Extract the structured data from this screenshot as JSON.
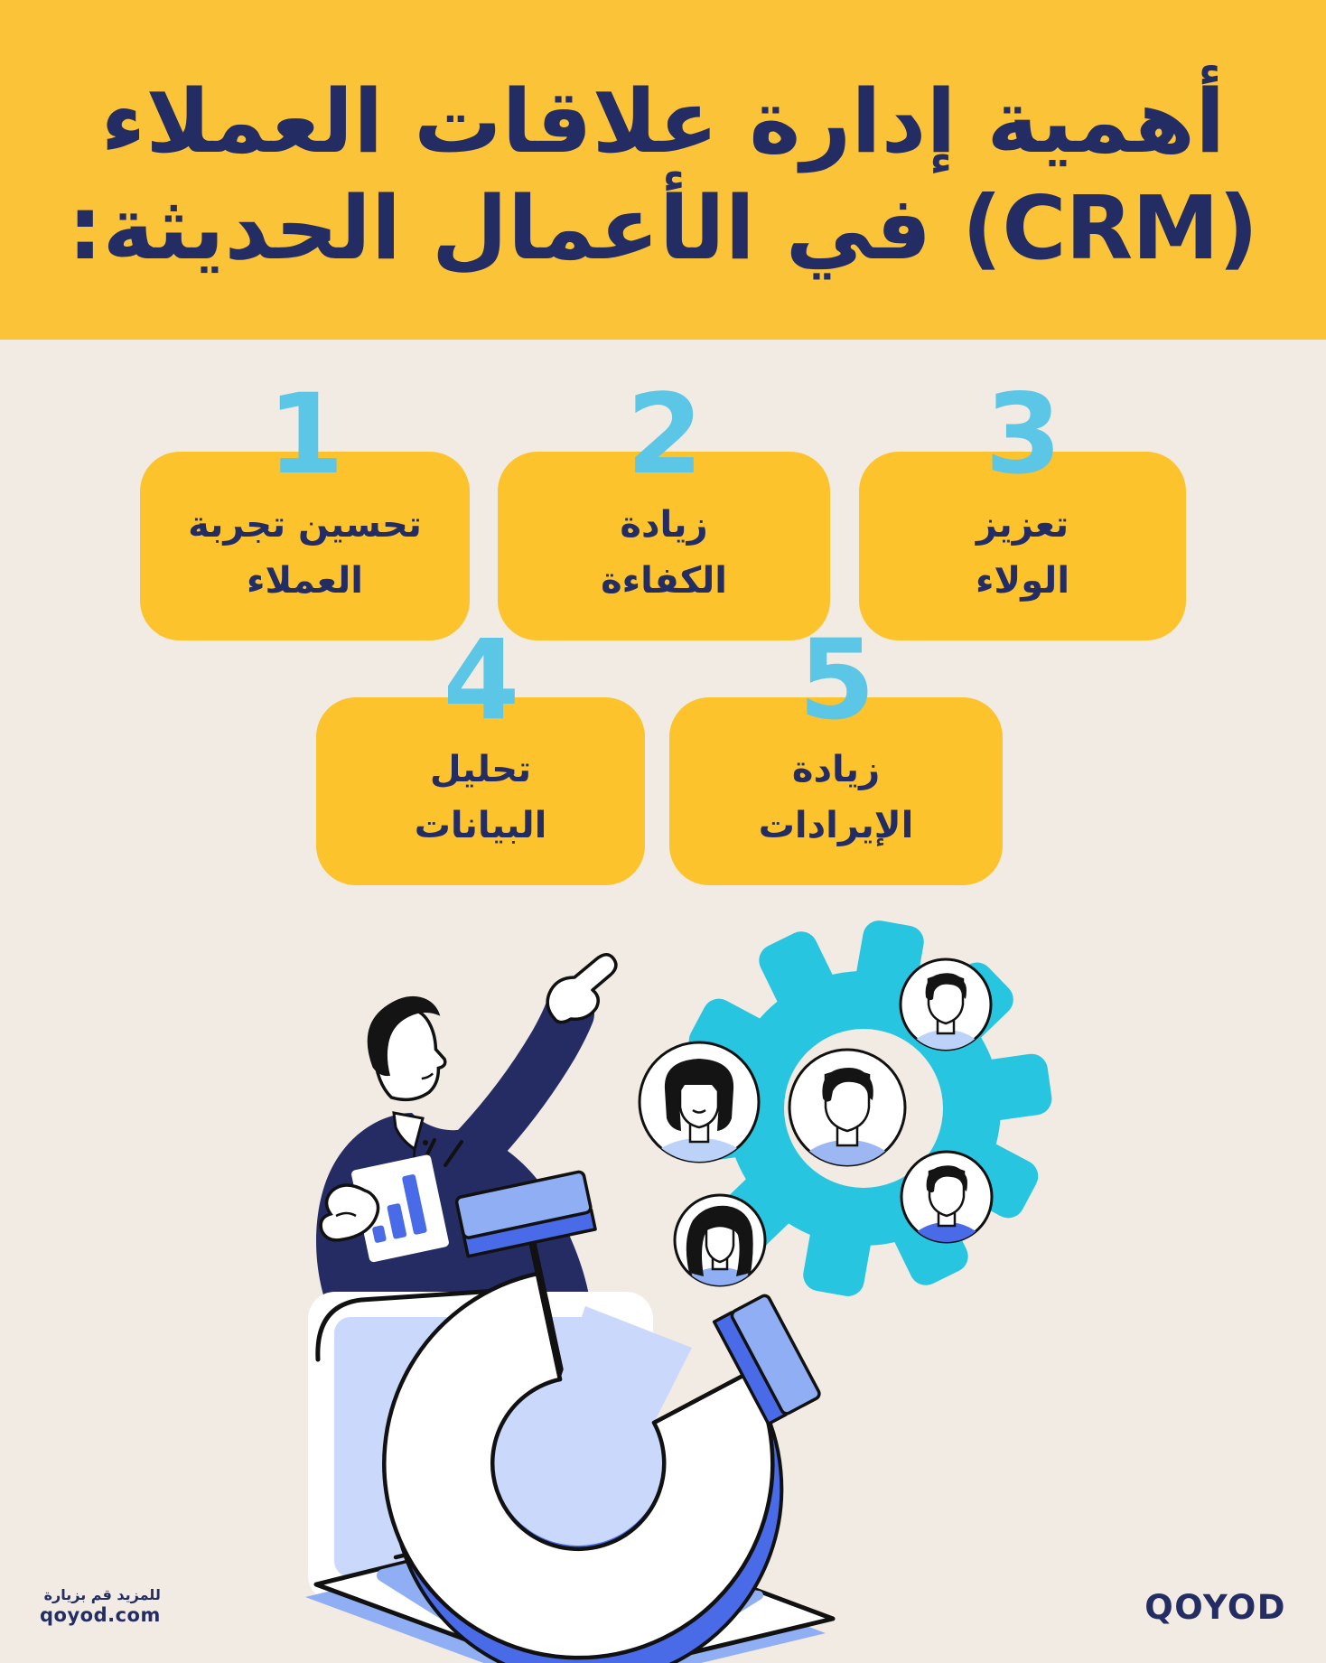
{
  "banner": {
    "title_line1": "أهمية إدارة علاقات العملاء",
    "title_line2": "(CRM) في الأعمال الحديثة:"
  },
  "cards": [
    {
      "number": "1",
      "line1": "تحسين تجربة",
      "line2": "العملاء"
    },
    {
      "number": "2",
      "line1": "زيادة",
      "line2": "الكفاءة"
    },
    {
      "number": "3",
      "line1": "تعزيز",
      "line2": "الولاء"
    },
    {
      "number": "4",
      "line1": "تحليل",
      "line2": "البيانات"
    },
    {
      "number": "5",
      "line1": "زيادة",
      "line2": "الإيرادات"
    }
  ],
  "footer": {
    "visit_line1": "للمزيد قم بزيارة",
    "visit_line2": "qoyod.com",
    "logo": "QOYOD"
  },
  "colors": {
    "background": "#f2ebe3",
    "banner_yellow": "#fbc337",
    "card_yellow": "#fcc32d",
    "navy": "#232d63",
    "number_cyan": "#5bc6e6",
    "gear_cyan": "#27c5df",
    "blue": "#4a6be8",
    "light_blue": "#c9d8fb",
    "mid_blue": "#8faef3"
  },
  "illustration": {
    "icons": [
      "pointing-person-icon",
      "magnet-icon",
      "gear-icon",
      "customer-avatars-icon",
      "laptop-icon"
    ]
  }
}
